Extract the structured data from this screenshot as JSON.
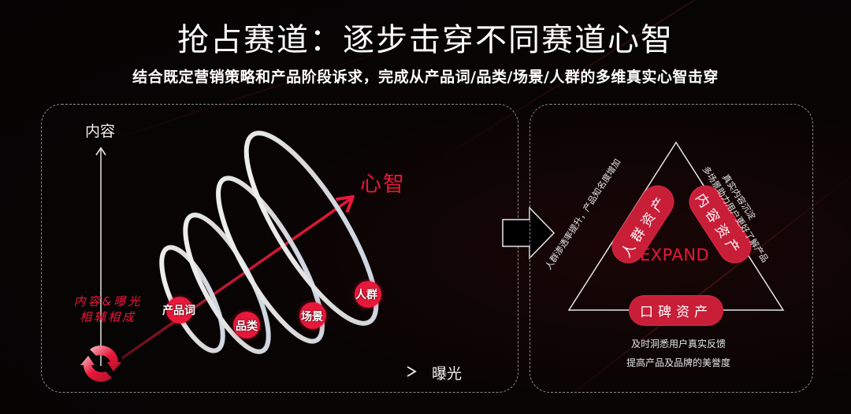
{
  "header": {
    "title": "抢占赛道：逐步击穿不同赛道心智",
    "subtitle": "结合既定营销策略和产品阶段诉求，完成从产品词/品类/场景/人群的多维真实心智击穿"
  },
  "left_panel": {
    "y_axis_label": "内容",
    "x_axis_label": "曝光",
    "goal_label": "心智",
    "synergy_text": [
      "内容&曝光",
      "相辅相成"
    ],
    "cycle_icon": "refresh-cycle-icon",
    "stages": [
      {
        "label": "产品词"
      },
      {
        "label": "品类"
      },
      {
        "label": "场景"
      },
      {
        "label": "人群"
      }
    ]
  },
  "transition_arrow": "right-arrow-icon",
  "right_panel": {
    "center_label": "EXPAND",
    "assets": [
      {
        "label": "人群资产",
        "desc": "人群渗透率提升，产品知名度增加"
      },
      {
        "label": "内容资产",
        "desc_line1": "真实内容沉淀",
        "desc_line2": "多场景助力用户更好了解产品"
      },
      {
        "label": "口碑资产",
        "desc_line1": "及时洞悉用户真实反馈",
        "desc_line2": "提高产品及品牌的美誉度"
      }
    ]
  },
  "colors": {
    "accent_red": "#e8183a",
    "pill_red": "#c81e38",
    "background": "#050303",
    "dashed_border": "#8a8a8a"
  }
}
